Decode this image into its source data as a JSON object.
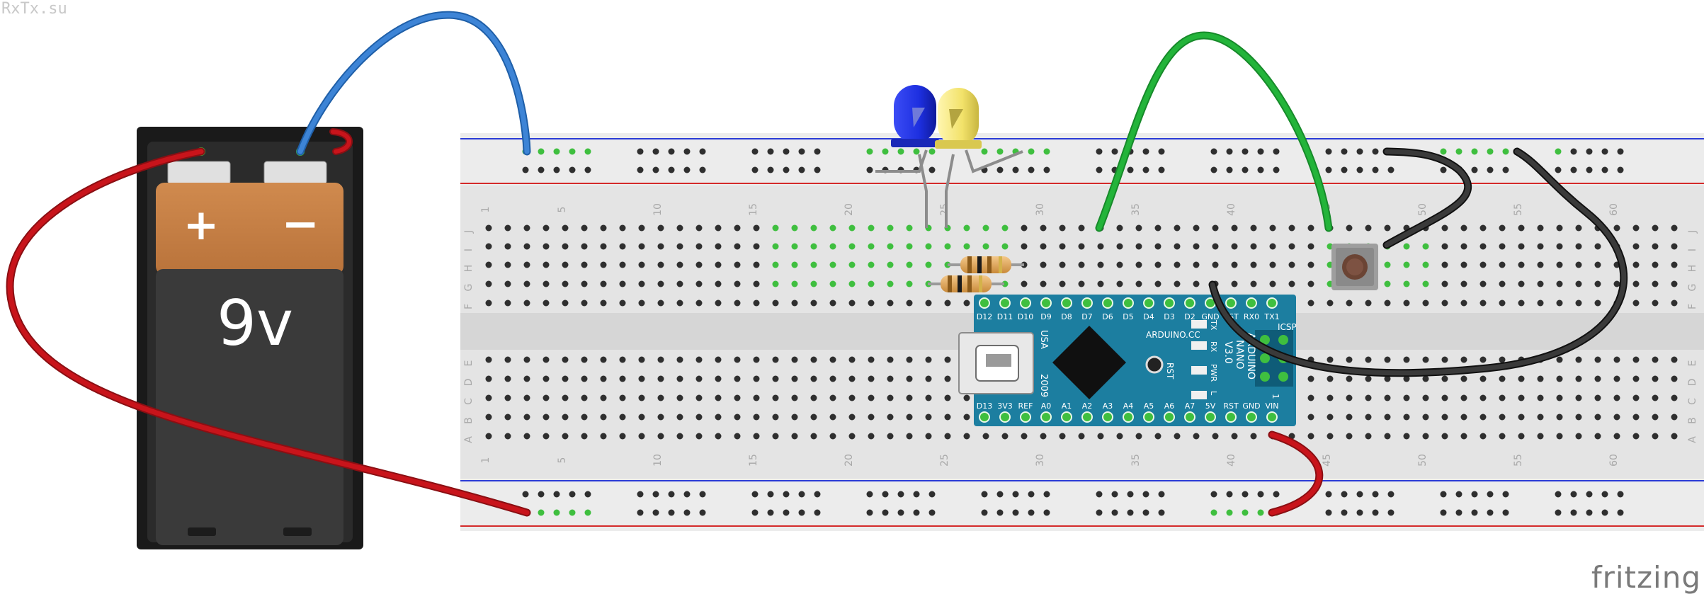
{
  "watermark": "RxTx.su",
  "brand": "fritzing",
  "battery": {
    "plus_label": "+",
    "minus_label": "−",
    "voltage_label": "9v"
  },
  "breadboard": {
    "column_numbers": [
      "1",
      "5",
      "10",
      "15",
      "20",
      "25",
      "30",
      "35",
      "40",
      "45",
      "50",
      "55",
      "60"
    ],
    "row_letters_top": [
      "J",
      "I",
      "H",
      "G",
      "F"
    ],
    "row_letters_bottom": [
      "E",
      "D",
      "C",
      "B",
      "A"
    ]
  },
  "arduino": {
    "top_pins": [
      "D12",
      "D11",
      "D10",
      "D9",
      "D8",
      "D7",
      "D6",
      "D5",
      "D4",
      "D3",
      "D2",
      "GND",
      "RST",
      "RX0",
      "TX1"
    ],
    "bottom_pins": [
      "D13",
      "3V3",
      "REF",
      "A0",
      "A1",
      "A2",
      "A3",
      "A4",
      "A5",
      "A6",
      "A7",
      "5V",
      "RST",
      "GND",
      "VIN"
    ],
    "usa_label": "USA",
    "year_label": "2009",
    "brand_label": "ARDUINO.CC",
    "tx_label": "TX",
    "rx_label": "RX",
    "pwr_label": "PWR",
    "l_label": "L",
    "rst_label": "RST",
    "name_line1": "ARDUINO",
    "name_line2": "NANO",
    "name_line3": "V3.0",
    "icsp_label": "ICSP",
    "one_label": "1"
  },
  "colors": {
    "wire_red": "#c8141b",
    "wire_blue": "#3d84d6",
    "wire_green": "#23b43a",
    "wire_black": "#2d2d2d",
    "led_blue": "#1d2fe0",
    "led_yellow": "#f2e26a",
    "arduino_blue": "#1c7ea0",
    "breadboard": "#e6e6e6"
  }
}
